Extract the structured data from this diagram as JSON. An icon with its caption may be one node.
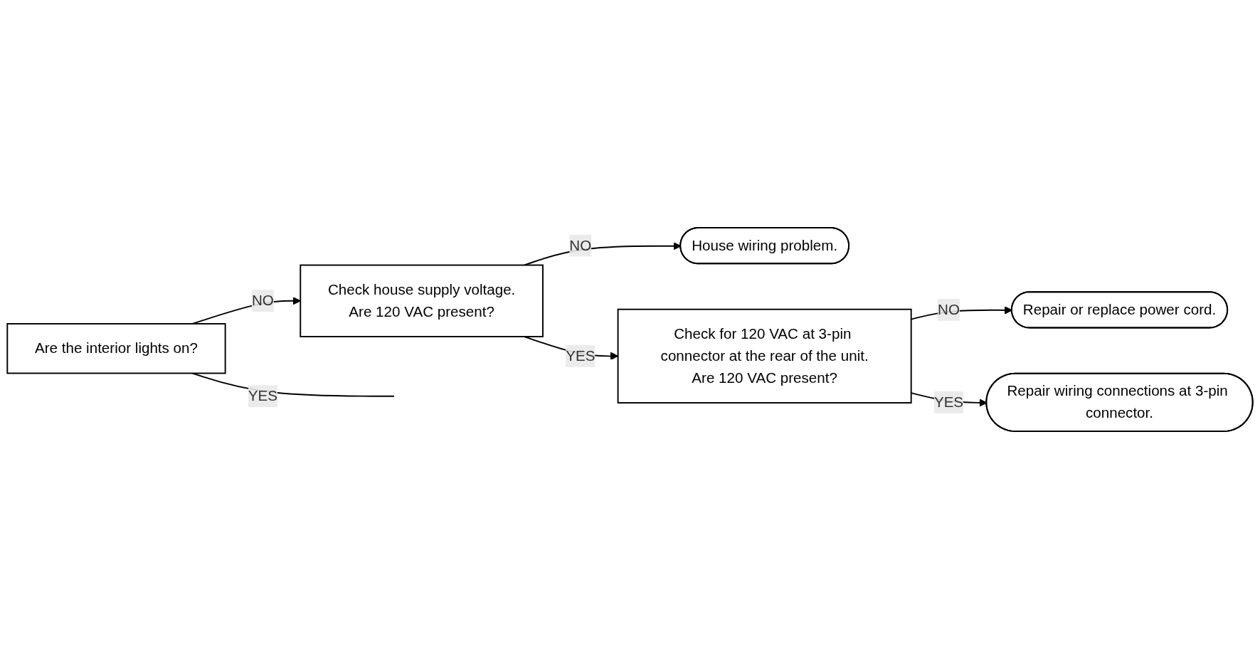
{
  "diagram": {
    "nodes": [
      {
        "text": [
          "Are the interior lights on?"
        ]
      },
      {
        "text": [
          "Check house supply voltage.",
          "Are 120 VAC present?"
        ]
      },
      {
        "text": [
          "House wiring problem."
        ]
      },
      {
        "text": [
          "Check for 120 VAC at 3-pin connector at the rear of the unit.",
          "Are 120 VAC present?"
        ]
      },
      {
        "text": [
          "Repair or replace power cord."
        ]
      },
      {
        "text": [
          "Repair wiring connections at 3-pin connector."
        ]
      }
    ],
    "edges": [
      {
        "from": 0,
        "to": 1,
        "arrow": "to",
        "label": "NO"
      },
      {
        "from": 1,
        "to": 2,
        "arrow": "to",
        "label": "NO"
      },
      {
        "from": 1,
        "to": 3,
        "arrow": "to",
        "label": "YES"
      },
      {
        "from": 3,
        "to": 4,
        "arrow": "to",
        "label": "NO"
      },
      {
        "from": 3,
        "to": 5,
        "arrow": "to",
        "label": "YES"
      },
      {
        "from": 0,
        "to": null,
        "arrow": "none",
        "label": "YES"
      }
    ]
  }
}
